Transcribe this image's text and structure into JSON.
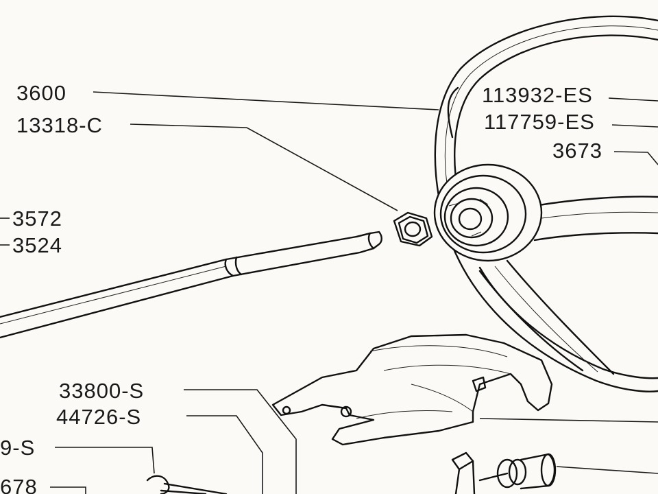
{
  "diagram": {
    "labels": {
      "l_3600": "3600",
      "l_13318c": "13318-C",
      "l_3572": "3572",
      "l_3524": "3524",
      "l_113932es": "113932-ES",
      "l_117759es": "117759-ES",
      "l_3673": "3673",
      "l_33800s": "33800-S",
      "l_44726s": "44726-S",
      "l_9s": "9-S",
      "l_678": "678"
    }
  }
}
